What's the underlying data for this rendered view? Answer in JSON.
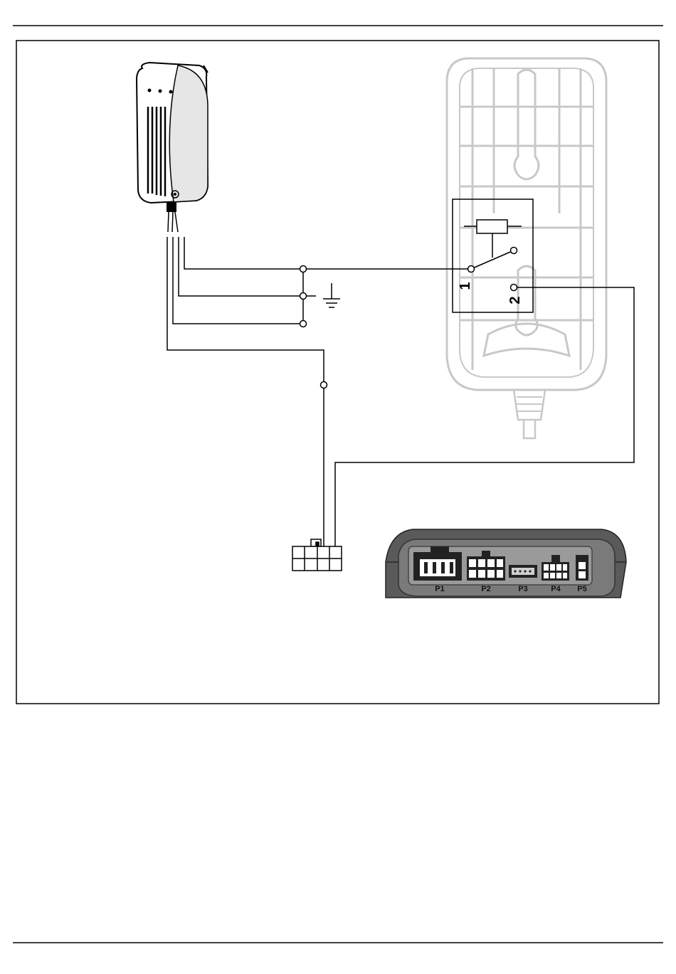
{
  "diagram": {
    "relay": {
      "terminal_1_label": "1",
      "terminal_2_label": "2"
    },
    "control_unit": {
      "ports": [
        {
          "id": "p1",
          "label": "P1"
        },
        {
          "id": "p2",
          "label": "P2"
        },
        {
          "id": "p3",
          "label": "P3"
        },
        {
          "id": "p4",
          "label": "P4"
        },
        {
          "id": "p5",
          "label": "P5"
        }
      ]
    }
  },
  "colors": {
    "line": "#000000",
    "faded_outline": "#c8c8c8",
    "unit_body": "#5a5a5a",
    "unit_panel": "#8c8c8c"
  },
  "icons": [
    "gas-detector-icon",
    "ground-symbol-icon",
    "relay-coil-icon",
    "control-unit-icon"
  ]
}
